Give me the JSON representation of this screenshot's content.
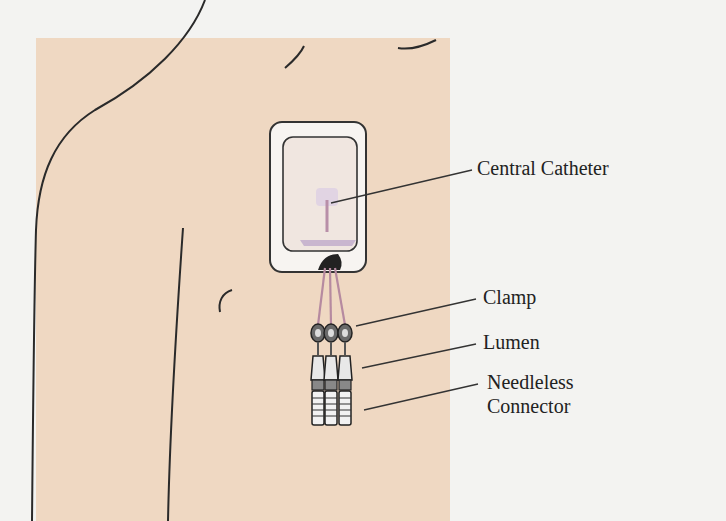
{
  "diagram": {
    "labels": [
      "Central Catheter",
      "Clamp",
      "Lumen",
      "Needleless Connector"
    ]
  }
}
